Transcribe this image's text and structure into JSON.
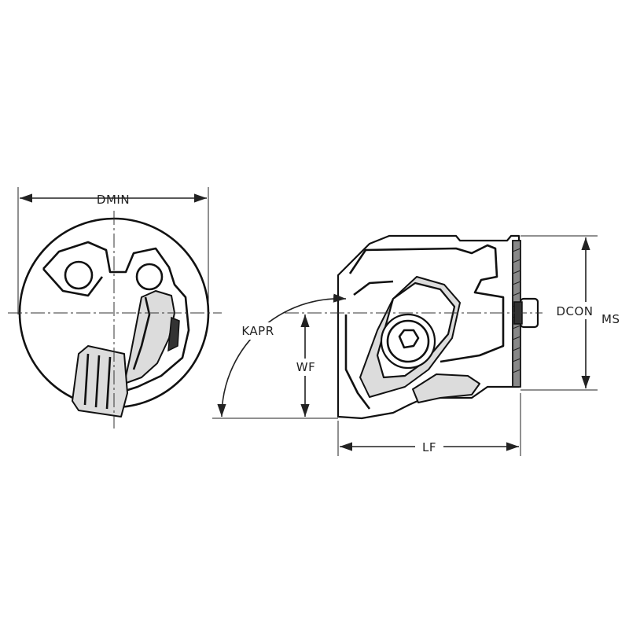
{
  "labels": {
    "dmin": "DMIN",
    "dcon": "DCON",
    "ms": "MS",
    "kapr": "KAPR",
    "wf": "WF",
    "lf": "LF"
  },
  "colors": {
    "line": "#222222",
    "shade": "#dcdcdc",
    "background": "#ffffff"
  }
}
